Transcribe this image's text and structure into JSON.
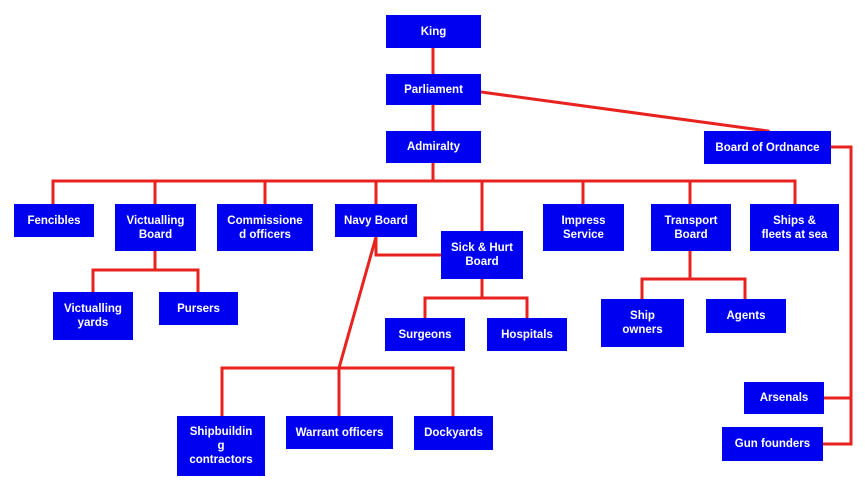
{
  "diagram": {
    "colors": {
      "box": "#0000f0",
      "text": "#ffffff",
      "connector": "#e8231f"
    },
    "nodes": {
      "king": "King",
      "parliament": "Parliament",
      "admiralty": "Admiralty",
      "board_of_ordnance": "Board of Ordnance",
      "fencibles": "Fencibles",
      "victualling_board": "Victualling\nBoard",
      "commissioned_officers": "Commissione\nd officers",
      "navy_board": "Navy Board",
      "sick_hurt_board": "Sick & Hurt\nBoard",
      "impress_service": "Impress\nService",
      "transport_board": "Transport\nBoard",
      "ships_fleets": "Ships &\nfleets at sea",
      "victualling_yards": "Victualling\nyards",
      "pursers": "Pursers",
      "surgeons": "Surgeons",
      "hospitals": "Hospitals",
      "ship_owners": "Ship\nowners",
      "agents": "Agents",
      "shipbuilding_contractors": "Shipbuildin\ng\ncontractors",
      "warrant_officers": "Warrant officers",
      "dockyards": "Dockyards",
      "arsenals": "Arsenals",
      "gun_founders": "Gun founders"
    }
  }
}
